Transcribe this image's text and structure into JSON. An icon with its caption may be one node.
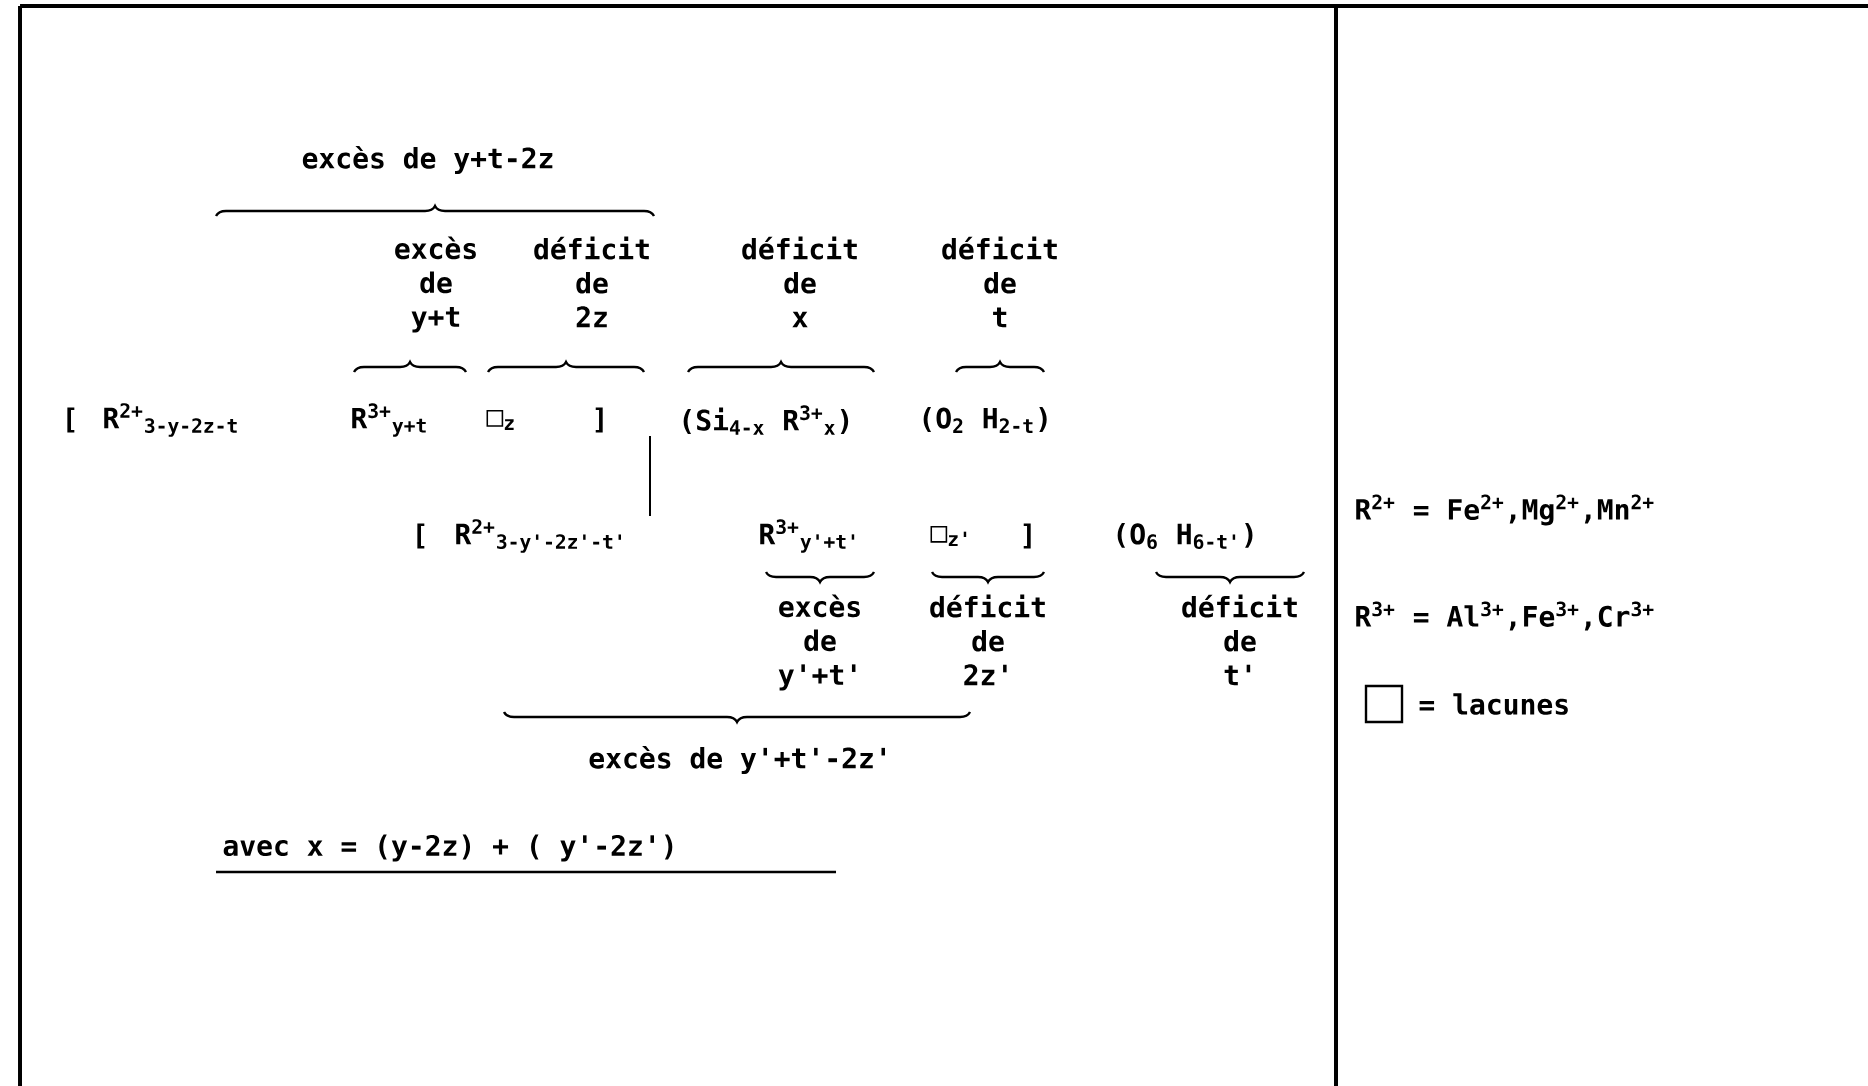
{
  "diagram": {
    "labels": [
      "excès de y+t-2z",
      "excès de y+t",
      "déficit de 2z",
      "déficit de x",
      "déficit de t",
      "[",
      "R$^{2+}$$_{3-y-2z-t}$",
      "R$^{3+}$$_{y+t}$",
      "□$_{z}$",
      "]",
      "(Si$_{4-x}$ R$^{3+}$$_{x}$)",
      "(O$_{2}$ H$_{2-t}$)",
      "[",
      "R$^{2+}$$_{3-y'-2z'-t'}$",
      "R$^{3+}$$_{y'+t'}$",
      "□$_{z'}$",
      "]",
      "(O$_{6}$ H$_{6-t'}$)",
      "excès de y'+t'",
      "déficit de 2z'",
      "déficit de t'",
      "excès de y'+t'-2z'",
      "avec x = (y-2z) + ( y'-2z')",
      "R$^{2+}$ = Fe$^{2+}$,Mg$^{2+}$,Mn$^{2+}$",
      "R$^{3+}$ = Al$^{3+}$,Fe$^{3+}$,Cr$^{3+}$"
    ],
    "legend": [
      {
        "text": "= lacunes"
      }
    ]
  }
}
